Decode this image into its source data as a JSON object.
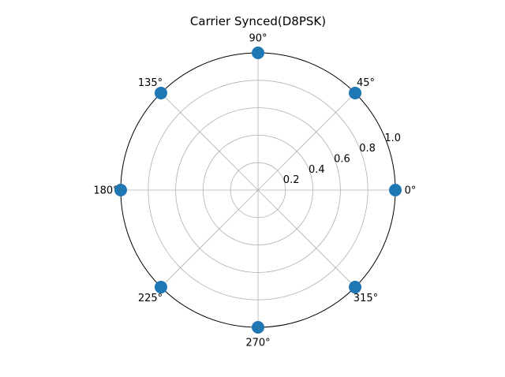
{
  "chart_data": {
    "type": "scatter",
    "projection": "polar",
    "title": "Carrier Synced(D8PSK)",
    "angular_tick_labels": [
      "0°",
      "45°",
      "90°",
      "135°",
      "180°",
      "225°",
      "270°",
      "315°"
    ],
    "angular_ticks_deg": [
      0,
      45,
      90,
      135,
      180,
      225,
      270,
      315
    ],
    "radial_tick_labels": [
      "0.2",
      "0.4",
      "0.6",
      "0.8",
      "1.0"
    ],
    "radial_ticks": [
      0.2,
      0.4,
      0.6,
      0.8,
      1.0
    ],
    "rlim": [
      0,
      1.0
    ],
    "grid": true,
    "series": [
      {
        "color": "#1f77b4",
        "points": [
          {
            "theta_deg": 0,
            "r": 1.0
          },
          {
            "theta_deg": 45,
            "r": 1.0
          },
          {
            "theta_deg": 90,
            "r": 1.0
          },
          {
            "theta_deg": 135,
            "r": 1.0
          },
          {
            "theta_deg": 180,
            "r": 1.0
          },
          {
            "theta_deg": 225,
            "r": 1.0
          },
          {
            "theta_deg": 270,
            "r": 1.0
          },
          {
            "theta_deg": 315,
            "r": 1.0
          }
        ]
      }
    ],
    "colors": {
      "grid": "#b0b0b0",
      "frame": "#000000",
      "marker": "#1f77b4"
    }
  }
}
